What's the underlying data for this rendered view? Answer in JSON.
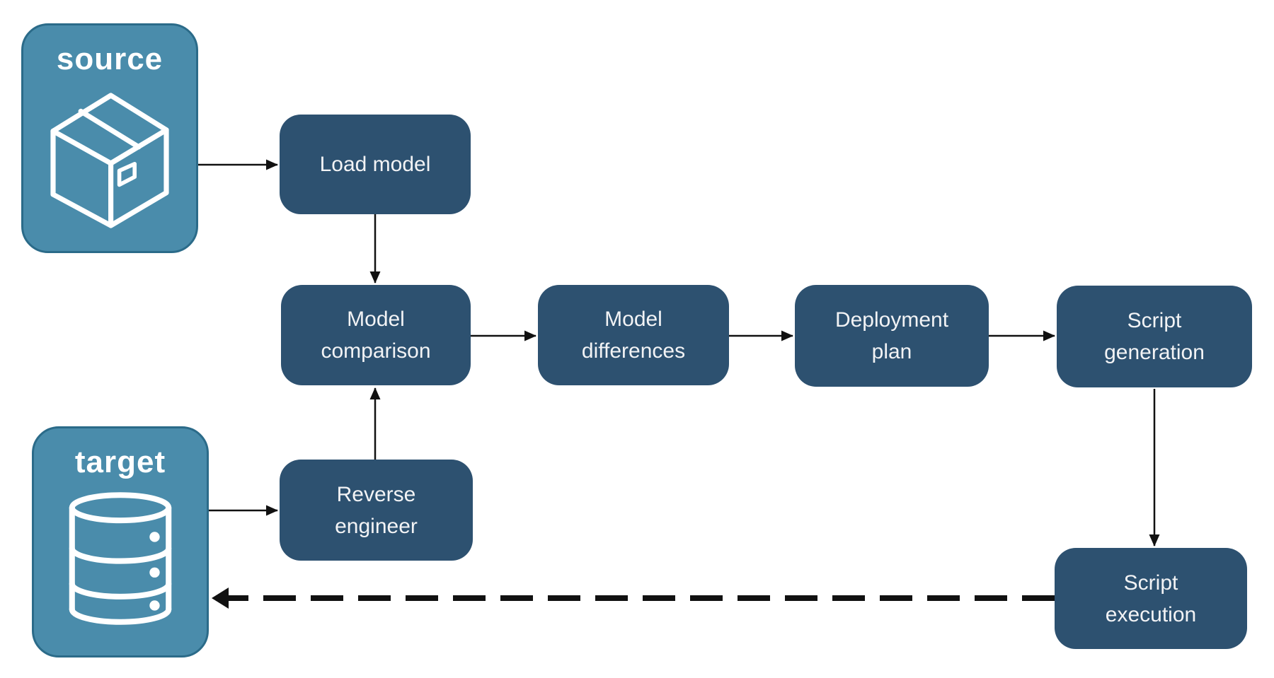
{
  "diagram": {
    "background": "#ffffff",
    "entities": {
      "source": {
        "label": "source",
        "icon": "package-icon"
      },
      "target": {
        "label": "target",
        "icon": "database-icon"
      }
    },
    "nodes": {
      "load_model": {
        "line1": "Load model",
        "line2": ""
      },
      "model_comparison": {
        "line1": "Model",
        "line2": "comparison"
      },
      "reverse_engineer": {
        "line1": "Reverse",
        "line2": "engineer"
      },
      "model_differences": {
        "line1": "Model",
        "line2": "differences"
      },
      "deployment_plan": {
        "line1": "Deployment",
        "line2": "plan"
      },
      "script_generation": {
        "line1": "Script",
        "line2": "generation"
      },
      "script_execution": {
        "line1": "Script",
        "line2": "execution"
      }
    },
    "connections": [
      {
        "from": "source",
        "to": "load_model",
        "style": "solid"
      },
      {
        "from": "load_model",
        "to": "model_comparison",
        "style": "solid"
      },
      {
        "from": "target",
        "to": "reverse_engineer",
        "style": "solid"
      },
      {
        "from": "reverse_engineer",
        "to": "model_comparison",
        "style": "solid"
      },
      {
        "from": "model_comparison",
        "to": "model_differences",
        "style": "solid"
      },
      {
        "from": "model_differences",
        "to": "deployment_plan",
        "style": "solid"
      },
      {
        "from": "deployment_plan",
        "to": "script_generation",
        "style": "solid"
      },
      {
        "from": "script_generation",
        "to": "script_execution",
        "style": "solid"
      },
      {
        "from": "script_execution",
        "to": "target",
        "style": "dashed"
      }
    ],
    "colors": {
      "entity_fill": "#4A8CAB",
      "entity_border": "#2B6B89",
      "entity_text": "#FFFFFF",
      "node_fill": "#2D5170",
      "node_text": "#F2F3F5",
      "arrow": "#111111"
    }
  }
}
